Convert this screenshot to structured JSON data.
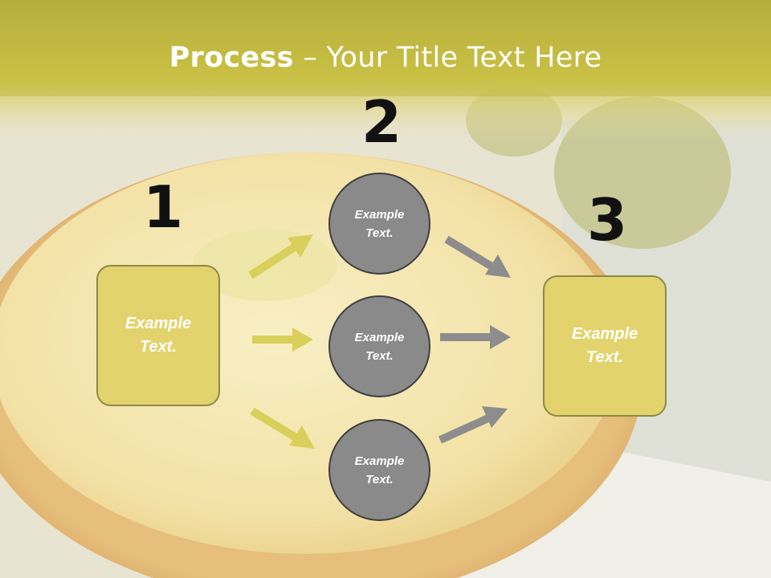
{
  "slide": {
    "title_bold": "Process",
    "title_rest": " – Your Title Text Here"
  },
  "steps": [
    {
      "number": "1"
    },
    {
      "number": "2"
    },
    {
      "number": "3"
    }
  ],
  "boxes": {
    "left_label": "Example\nText.",
    "right_label": "Example\nText."
  },
  "circles": [
    {
      "label": "Example\nText."
    },
    {
      "label": "Example\nText."
    },
    {
      "label": "Example\nText."
    }
  ],
  "colors": {
    "box_fill": "#e2d36c",
    "circle_fill": "#8a8a8a",
    "arrow_yellow": "#d9cf5b",
    "arrow_gray": "#8d8d8d",
    "header_band": "#b8b13a"
  }
}
